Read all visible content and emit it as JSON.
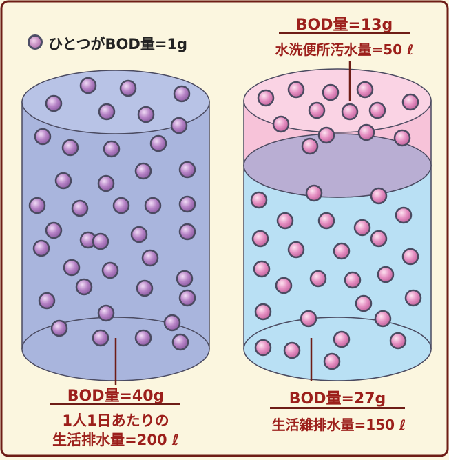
{
  "legend": {
    "text": "ひとつがBOD量=1g"
  },
  "left": {
    "bod": "BOD量=40g",
    "line1": "1人1日あたりの",
    "line2": "生活排水量=200 ℓ"
  },
  "right": {
    "top_bod": "BOD量=13g",
    "top_desc": "水洗便所汚水量=50 ℓ",
    "bottom_bod": "BOD量=27g",
    "bottom_desc": "生活雑排水量=150 ℓ"
  },
  "colors": {
    "frame": "#6e1d16",
    "background": "#fbf6df",
    "left_water": "#a9b5dd",
    "right_upper": "#f7c3d9",
    "right_lower": "#b9e0f4",
    "particle_left": "#b784c9",
    "particle_right": "#e494c4"
  },
  "counts": {
    "left_particles": 40,
    "right_top_particles": 13,
    "right_bottom_particles": 27
  }
}
